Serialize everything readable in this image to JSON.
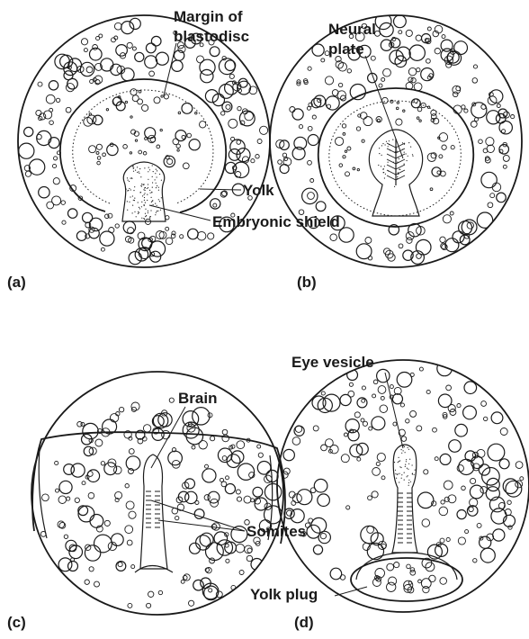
{
  "panels": {
    "a": {
      "letter": "(a)",
      "labels": {
        "margin_line1": "Margin of",
        "margin_line2": "blastodisc",
        "yolk": "Yolk",
        "shield": "Embryonic shield"
      }
    },
    "b": {
      "letter": "(b)",
      "labels": {
        "neural_line1": "Neural",
        "neural_line2": "plate"
      }
    },
    "c": {
      "letter": "(c)",
      "labels": {
        "brain": "Brain",
        "somites": "Somites"
      }
    },
    "d": {
      "letter": "(d)",
      "labels": {
        "eye": "Eye vesicle",
        "plug": "Yolk plug"
      }
    }
  }
}
